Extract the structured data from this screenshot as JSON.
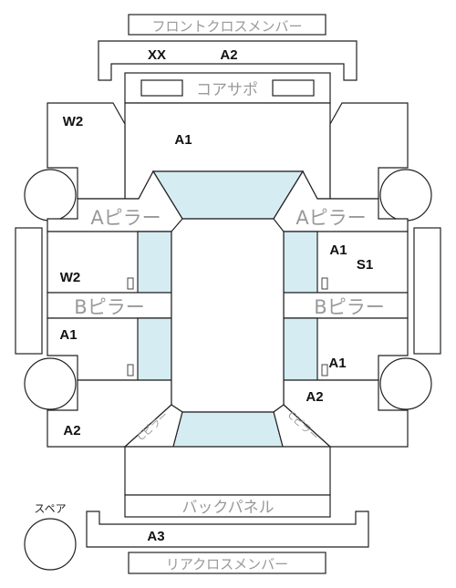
{
  "labels": {
    "front_cross_member": "フロントクロスメンバー",
    "core_support": "コアサポ",
    "a_pillar": "Aピラー",
    "b_pillar": "Bピラー",
    "back_panel": "バックパネル",
    "rear_cross_member": "リアクロスメンバー",
    "spare": "スペア",
    "c_pillar": "Cピラー"
  },
  "codes": {
    "front_member_left": "XX",
    "front_member_right": "A2",
    "hood": "A1",
    "front_left_fender": "W2",
    "right_front_door_1": "A1",
    "right_front_door_2": "S1",
    "left_front_door": "W2",
    "left_rear_door": "A1",
    "right_rear_door": "A1",
    "right_quarter": "A2",
    "left_quarter": "A2",
    "rear_member": "A3"
  },
  "colors": {
    "glass": "#d6ecf3",
    "outline": "#222222",
    "gray_text": "#999999"
  }
}
